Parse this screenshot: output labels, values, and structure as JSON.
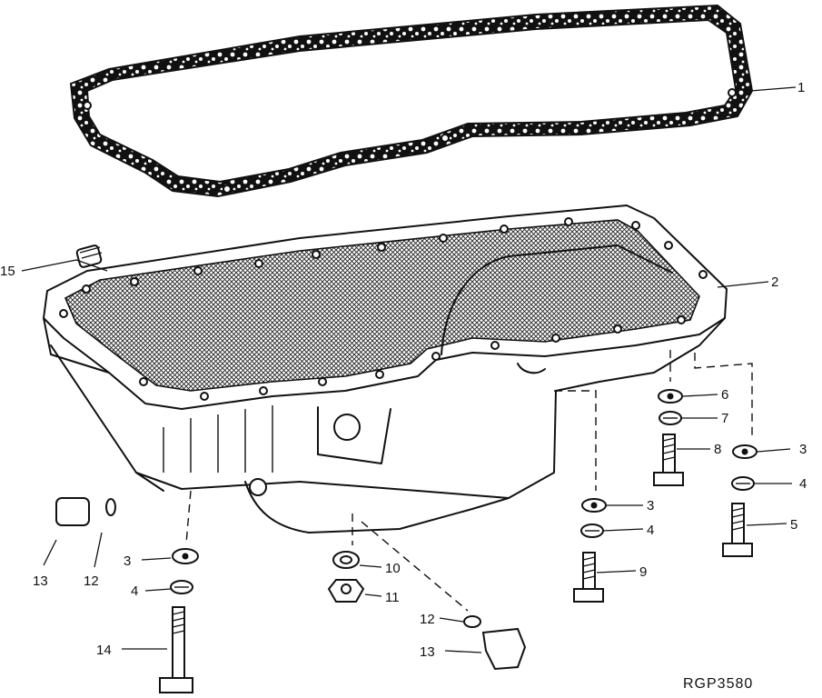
{
  "figure_code": "RGP3580",
  "callouts": [
    {
      "id": "c1",
      "label": "1",
      "part": "gasket"
    },
    {
      "id": "c2",
      "label": "2",
      "part": "oil-pan"
    },
    {
      "id": "c15",
      "label": "15",
      "part": "plug"
    },
    {
      "id": "c6",
      "label": "6",
      "part": "washer"
    },
    {
      "id": "c7",
      "label": "7",
      "part": "lock-washer"
    },
    {
      "id": "c8",
      "label": "8",
      "part": "bolt"
    },
    {
      "id": "c3a",
      "label": "3",
      "part": "washer"
    },
    {
      "id": "c4a",
      "label": "4",
      "part": "lock-washer"
    },
    {
      "id": "c5",
      "label": "5",
      "part": "bolt"
    },
    {
      "id": "c3b",
      "label": "3",
      "part": "washer"
    },
    {
      "id": "c4b",
      "label": "4",
      "part": "lock-washer"
    },
    {
      "id": "c9",
      "label": "9",
      "part": "bolt"
    },
    {
      "id": "c3c",
      "label": "3",
      "part": "washer"
    },
    {
      "id": "c4c",
      "label": "4",
      "part": "lock-washer"
    },
    {
      "id": "c10",
      "label": "10",
      "part": "washer"
    },
    {
      "id": "c11",
      "label": "11",
      "part": "nut"
    },
    {
      "id": "c12a",
      "label": "12",
      "part": "o-ring"
    },
    {
      "id": "c13a",
      "label": "13",
      "part": "drain-plug"
    },
    {
      "id": "c12b",
      "label": "12",
      "part": "o-ring"
    },
    {
      "id": "c13b",
      "label": "13",
      "part": "drain-plug"
    },
    {
      "id": "c14",
      "label": "14",
      "part": "bolt"
    }
  ]
}
